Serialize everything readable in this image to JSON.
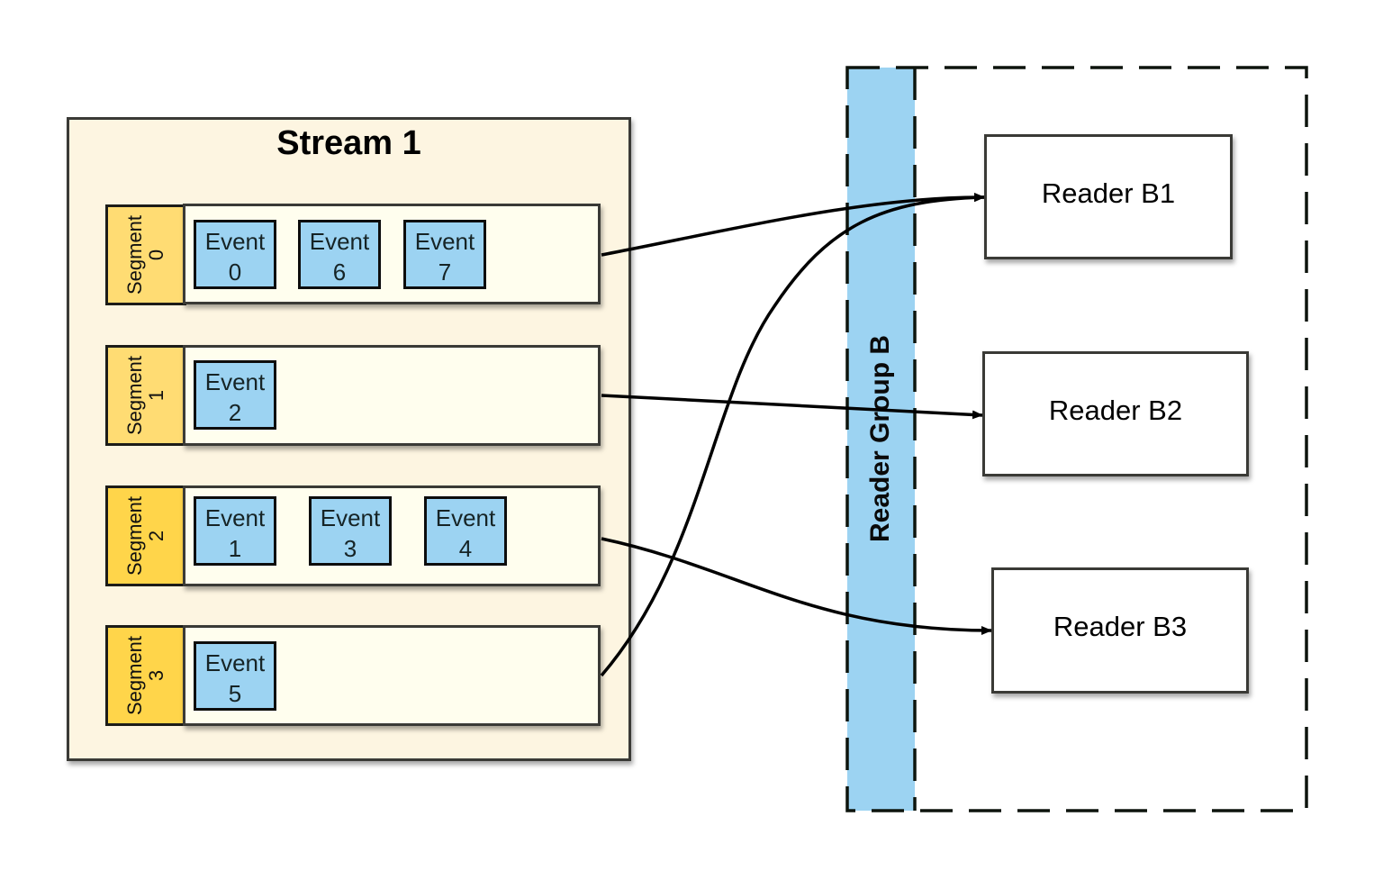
{
  "stream": {
    "title": "Stream 1",
    "segments": [
      {
        "label_line1": "Segment",
        "label_line2": "0",
        "events": [
          {
            "line1": "Event",
            "line2": "0"
          },
          {
            "line1": "Event",
            "line2": "6"
          },
          {
            "line1": "Event",
            "line2": "7"
          }
        ]
      },
      {
        "label_line1": "Segment",
        "label_line2": "1",
        "events": [
          {
            "line1": "Event",
            "line2": "2"
          }
        ]
      },
      {
        "label_line1": "Segment",
        "label_line2": "2",
        "events": [
          {
            "line1": "Event",
            "line2": "1"
          },
          {
            "line1": "Event",
            "line2": "3"
          },
          {
            "line1": "Event",
            "line2": "4"
          }
        ]
      },
      {
        "label_line1": "Segment",
        "label_line2": "3",
        "events": [
          {
            "line1": "Event",
            "line2": "5"
          }
        ]
      }
    ]
  },
  "reader_group": {
    "label": "Reader Group B",
    "readers": [
      {
        "label": "Reader B1"
      },
      {
        "label": "Reader B2"
      },
      {
        "label": "Reader B3"
      }
    ]
  },
  "assignments": [
    {
      "from": "Segment 0",
      "to": "Reader B1"
    },
    {
      "from": "Segment 1",
      "to": "Reader B2"
    },
    {
      "from": "Segment 2",
      "to": "Reader B3"
    },
    {
      "from": "Segment 3",
      "to": "Reader B1"
    }
  ],
  "colors": {
    "stream_bg": "#fdf5e1",
    "segment_tab": "#ffdc73",
    "segment_body": "#fffeee",
    "event_fill": "#9cd3f2",
    "reader_group_band": "#9cd3f2",
    "reader_fill": "#ffffff"
  }
}
